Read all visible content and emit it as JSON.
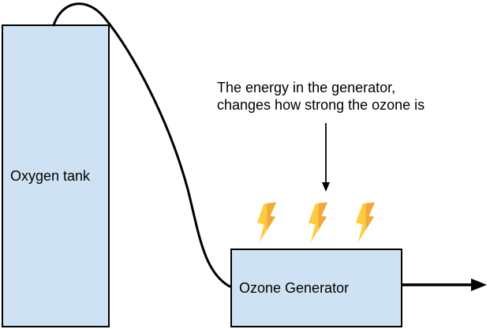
{
  "diagram": {
    "oxygen_tank": {
      "label": "Oxygen tank"
    },
    "ozone_generator": {
      "label": "Ozone Generator"
    },
    "annotation": {
      "line1": "The energy in the generator,",
      "line2": "changes how strong the ozone is"
    },
    "bolts": {
      "count": "3"
    },
    "colors": {
      "box_fill": "#cfe2f3",
      "box_border": "#000000",
      "connector": "#000000",
      "text": "#000000",
      "bolt_main": "#FFCB3E",
      "bolt_shade": "#F2A93B"
    }
  }
}
